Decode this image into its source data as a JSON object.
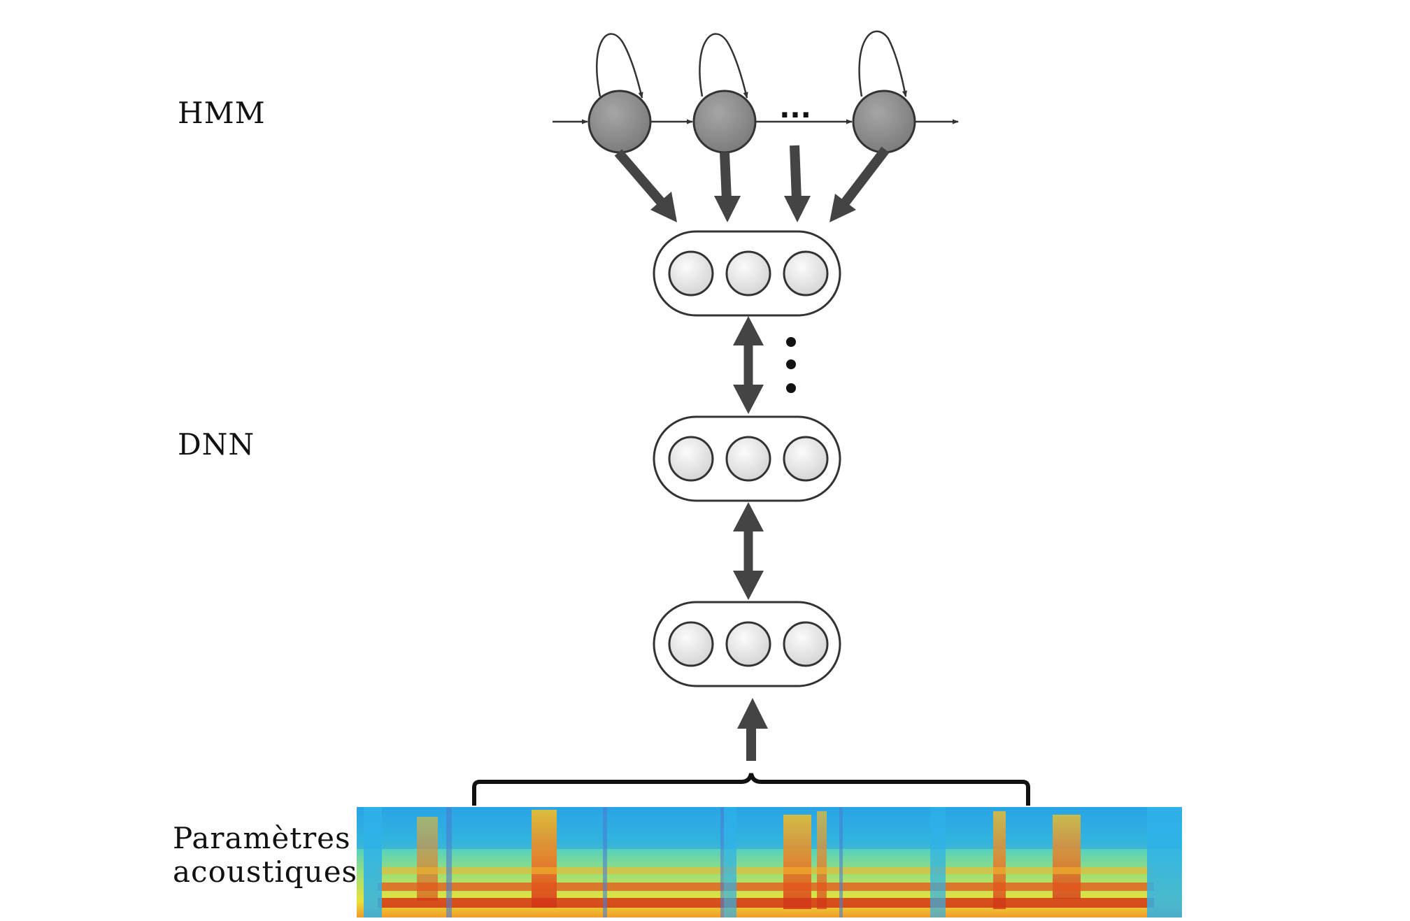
{
  "labels": {
    "hmm": "HMM",
    "dnn": "DNN",
    "acoustic_line1": "Paramètres",
    "acoustic_line2": "acoustiques"
  },
  "hmm": {
    "states": 3,
    "ellipsis": "...",
    "state_color": "#8c8c8c"
  },
  "dnn": {
    "layers": 3,
    "units_per_layer": 3,
    "vertical_ellipsis": "⋮",
    "unit_color": "#e6e6e6",
    "arrow_color": "#444444"
  },
  "spectrogram": {
    "colormap": [
      "#1e90ff",
      "#33c9e6",
      "#6fe0a0",
      "#e6f03c",
      "#f5a623",
      "#d9341c"
    ]
  }
}
